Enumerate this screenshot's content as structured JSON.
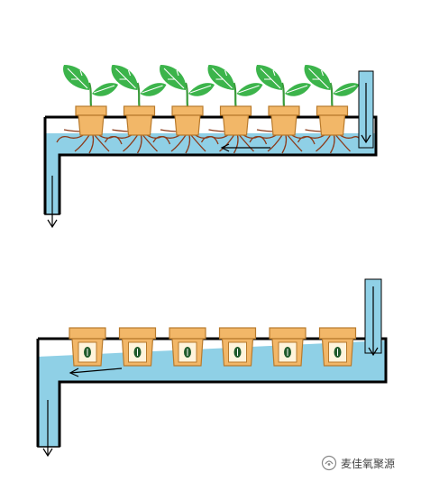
{
  "watermark": {
    "text": "麦佳氧聚源",
    "icon": "wechat-official-account-icon"
  },
  "colors": {
    "water": "#8fd0e6",
    "pipe_stroke": "#000000",
    "pot_fill": "#f2b768",
    "pot_stroke": "#b87a2c",
    "pot_inner": "#fff4dc",
    "leaf": "#3cb44b",
    "leaf_vein": "#ffffff",
    "stem": "#3a9a3a",
    "root": "#8b3a1a",
    "seed": "#1f5a2a",
    "seed_mark": "#ffffff",
    "arrow": "#000000"
  },
  "diagrams": [
    {
      "id": "top",
      "pots": 6,
      "has_plants": true,
      "flow": "right-to-left"
    },
    {
      "id": "bottom",
      "pots": 6,
      "has_plants": false,
      "flow": "right-to-left"
    }
  ]
}
